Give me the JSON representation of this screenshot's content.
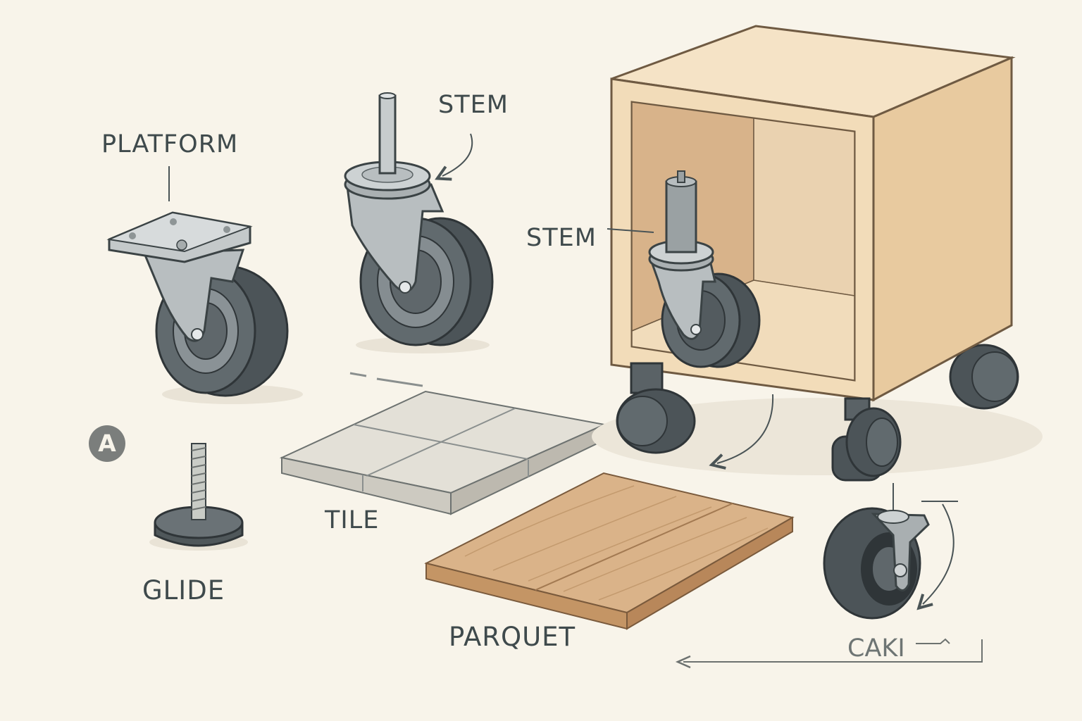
{
  "labels": {
    "platform": "PLATFORM",
    "stem_top": "STEM",
    "stem_mid": "STEM",
    "tile": "TILE",
    "glide": "GLIDE",
    "parquet": "PARQUET",
    "badge": "A",
    "bottom_text": "CAKI"
  },
  "colors": {
    "background": "#f8f4ea",
    "wheel": "#5a6266",
    "metal": "#b9bfc0",
    "cabinet": "#f1d9b8",
    "tile": "#dcd9cf",
    "parquet": "#d8b086",
    "ink": "#3f4a4c"
  }
}
